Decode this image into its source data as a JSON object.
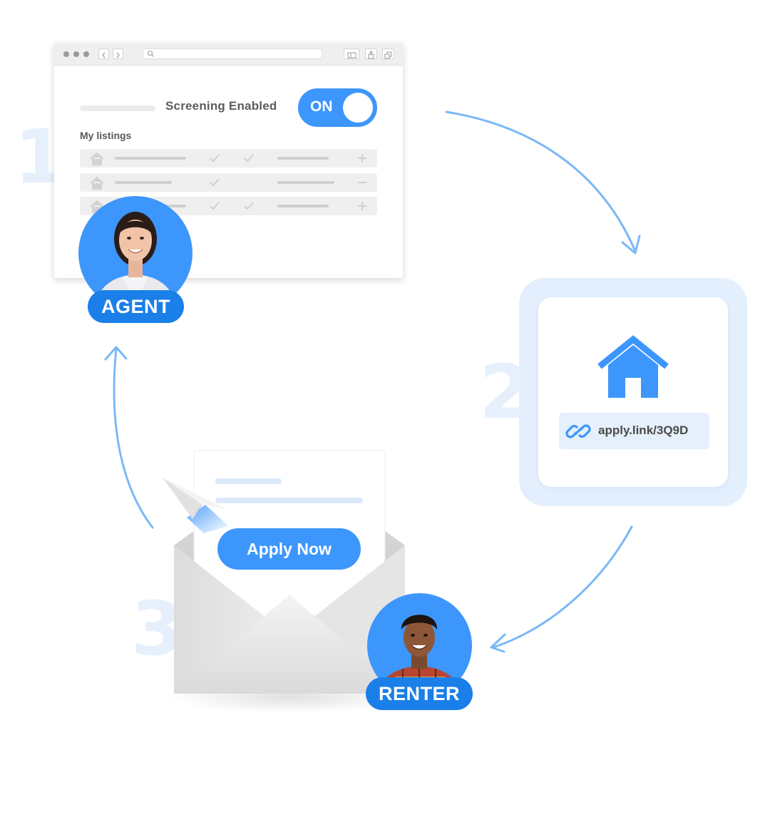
{
  "steps": [
    "1",
    "2",
    "3"
  ],
  "browser": {
    "screening_label": "Screening Enabled",
    "toggle_label": "ON",
    "listings_label": "My listings"
  },
  "agent": {
    "badge": "AGENT"
  },
  "renter": {
    "badge": "RENTER"
  },
  "link_card": {
    "link_text": "apply.link/3Q9D"
  },
  "email": {
    "apply_button": "Apply Now"
  },
  "colors": {
    "accent": "#3d96fb",
    "badge": "#1a7fe8",
    "arrow": "#7ab8f6",
    "step_number": "#e6f0fd",
    "card_bg": "#e3effd"
  },
  "icons": [
    "house-icon",
    "link-icon",
    "paper-plane-icon",
    "envelope-icon",
    "check-icon",
    "plus-icon",
    "minus-icon",
    "search-icon"
  ]
}
